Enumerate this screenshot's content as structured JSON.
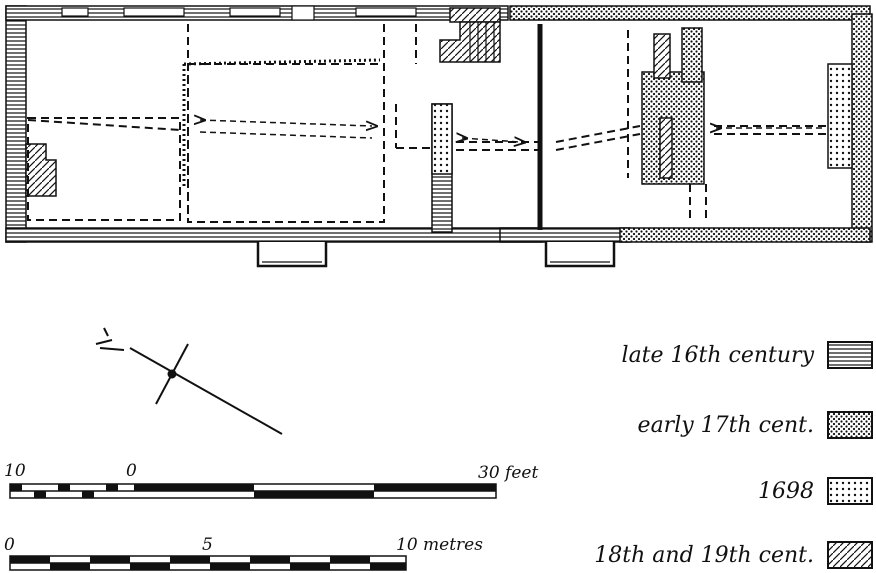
{
  "legend": [
    {
      "label": "late 16th century",
      "pattern": "hatch-horizontal"
    },
    {
      "label": "early 17th cent.",
      "pattern": "dots-dense"
    },
    {
      "label": "1698",
      "pattern": "dots-grid"
    },
    {
      "label": "18th and 19th cent.",
      "pattern": "hatch-diagonal"
    }
  ],
  "scale_feet": {
    "left": "10",
    "zero": "0",
    "right": "30 feet"
  },
  "scale_metres": {
    "zero": "0",
    "mid": "5",
    "right": "10 metres"
  },
  "north_arrow": {
    "symbol": "north-arrow"
  },
  "colors": {
    "ink": "#111111",
    "paper": "#ffffff"
  }
}
